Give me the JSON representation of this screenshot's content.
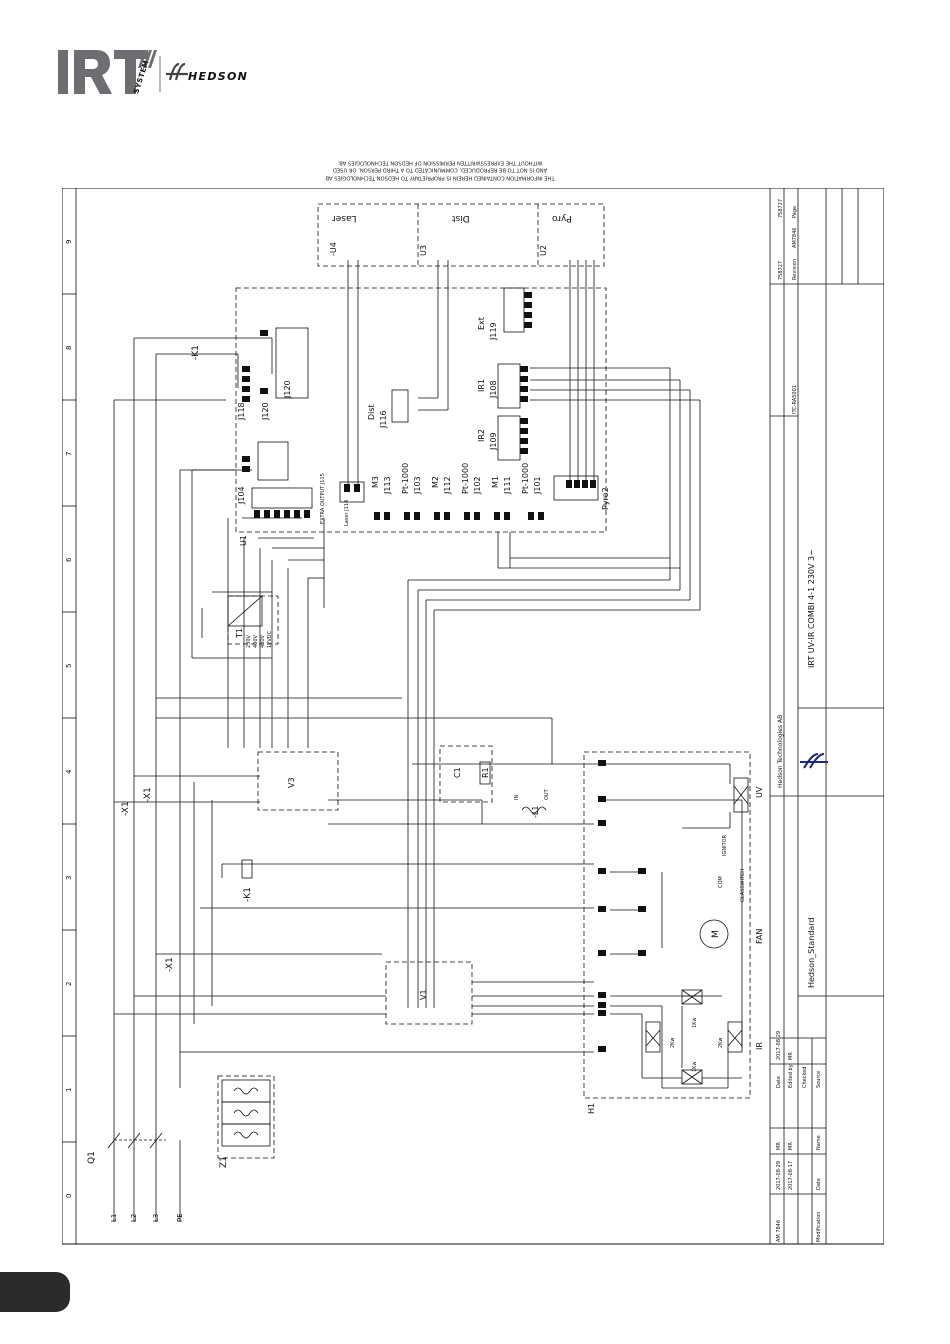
{
  "brand": {
    "irt": "IRT",
    "system": "SYSTEM",
    "hedson": "HEDSON"
  },
  "notice": [
    "THE INFORMATION CONTAINED HEREIN IS PROPRIETARY TO HEDSON TECHNOLOGIES AB",
    "AND IS NOT TO BE REPRODUCED, COMMUNICATED TO A THIRD PERSON, OR USED",
    "WITHOUT THE EXPRESSWRITTEN PERMISSION OF HEDSON TECHNOLOGIES AB."
  ],
  "grid_numbers": [
    "0",
    "1",
    "2",
    "3",
    "4",
    "5",
    "6",
    "7",
    "8",
    "9"
  ],
  "supply": {
    "l1": "L1",
    "l2": "L2",
    "l3": "L3",
    "pe": "PE",
    "q1": "Q1",
    "z1": "Z1",
    "x1": "-X1",
    "k1": "-K1"
  },
  "sensors": {
    "laser": "Laser",
    "dist": "Dist",
    "pyro": "Pyro",
    "u4": "-U4",
    "u3": "U3",
    "u2": "U2"
  },
  "connectors": {
    "ext": "Ext",
    "j119": "J119",
    "ir1": "IR1",
    "j108": "J108",
    "ir2": "IR2",
    "j109": "J109",
    "dist": "Dist",
    "j116": "J116",
    "j120": "J120",
    "j118": "J118",
    "j104": "J104",
    "u1": "U1",
    "extra_output": "EXTRA OUTPUT J115",
    "laser_j114": "Laser J114",
    "m3": "M3",
    "j113": "J113",
    "pt1": "Pt-1000",
    "j103": "J103",
    "m2": "M2",
    "j112": "J112",
    "pt2": "Pt-1000",
    "j102": "J102",
    "m1": "M1",
    "j111": "J111",
    "pt3": "Pt-1000",
    "j101": "J101",
    "pyro2": "Pyro2"
  },
  "components": {
    "t1": "T1",
    "t1_spec": [
      "230V",
      "400V",
      "480V",
      "12VDC"
    ],
    "v3": "V3",
    "v1": "V1",
    "c1": "C1",
    "r1": "R1",
    "l1coil": "-L1",
    "in": "IN",
    "out": "OUT",
    "uv": "UV",
    "fan": "FAN",
    "ir": "IR",
    "h1": "H1",
    "ignitor": "IGNITOR",
    "glasswitch": "GLASSWITCH",
    "com": "COM",
    "motor": "M",
    "power_1kw": "1Kw",
    "power_2kw": "2Kw"
  },
  "title_block": {
    "company": "Hedson Technologies AB",
    "drawing_title": "IRT UV-IR COMBI 4-1 230V 3~",
    "standard": "Hedson_Standard",
    "doc_no": "ITC-RA5001",
    "sheet_id": "758727",
    "revision_label": "Revision",
    "revision": "AM7846",
    "page_label": "Page",
    "page": "758727",
    "date_label": "Date",
    "date": "2017-08-29",
    "edited_label": "Edited by",
    "edited": "MR",
    "checked_label": "Checked",
    "source_label": "Source",
    "mod_label": "Modification",
    "mod_date_label": "Date",
    "name_label": "Name",
    "mod_rows": [
      {
        "id": "AM 7846",
        "date": "2017-08-29",
        "name": "MR"
      },
      {
        "id": "",
        "date": "2017-08-17",
        "name": "MR"
      }
    ]
  }
}
